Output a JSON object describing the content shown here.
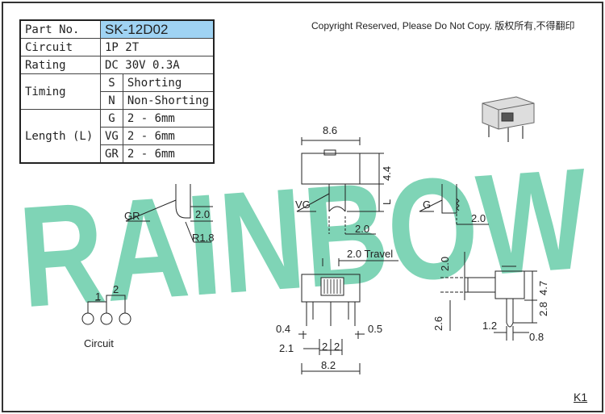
{
  "copyright": "Copyright Reserved, Please Do Not Copy. 版权所有,不得翻印",
  "watermark": "RAINBOW",
  "sheet_id": "K1",
  "spec_table": {
    "part_no_label": "Part No.",
    "part_no": "SK-12D02",
    "circuit_label": "Circuit",
    "circuit": "1P 2T",
    "rating_label": "Rating",
    "rating": "DC 30V 0.3A",
    "timing_label": "Timing",
    "timing": [
      {
        "code": "S",
        "value": "Shorting"
      },
      {
        "code": "N",
        "value": "Non-Shorting"
      }
    ],
    "length_label": "Length (L)",
    "length": [
      {
        "code": "G",
        "value": "2 - 6mm"
      },
      {
        "code": "VG",
        "value": "2 - 6mm"
      },
      {
        "code": "GR",
        "value": "2 - 6mm"
      }
    ]
  },
  "drawing": {
    "gr_label": "GR",
    "gr_dim": "2.0",
    "gr_radius": "R1.8",
    "vg_label": "VG",
    "g_label": "G",
    "g_dim": "2.0",
    "width_86": "8.6",
    "height_44": "4.4",
    "length_l": "L",
    "vg_dim": "2.0",
    "travel": "2.0 Travel",
    "dim_04": "0.4",
    "dim_05": "0.5",
    "dim_21": "2.1",
    "dim_2a": "2",
    "dim_2b": "2",
    "dim_82": "8.2",
    "side_20": "2.0",
    "side_26": "2.6",
    "side_47": "4.7",
    "side_28": "2.8",
    "side_12": "1.2",
    "side_08": "0.8",
    "circuit_caption": "Circuit",
    "pin_1": "1",
    "pin_2": "2"
  },
  "colors": {
    "watermark": "#7fd4b6",
    "model_cell": "#9fd3f3",
    "line": "#222222"
  }
}
